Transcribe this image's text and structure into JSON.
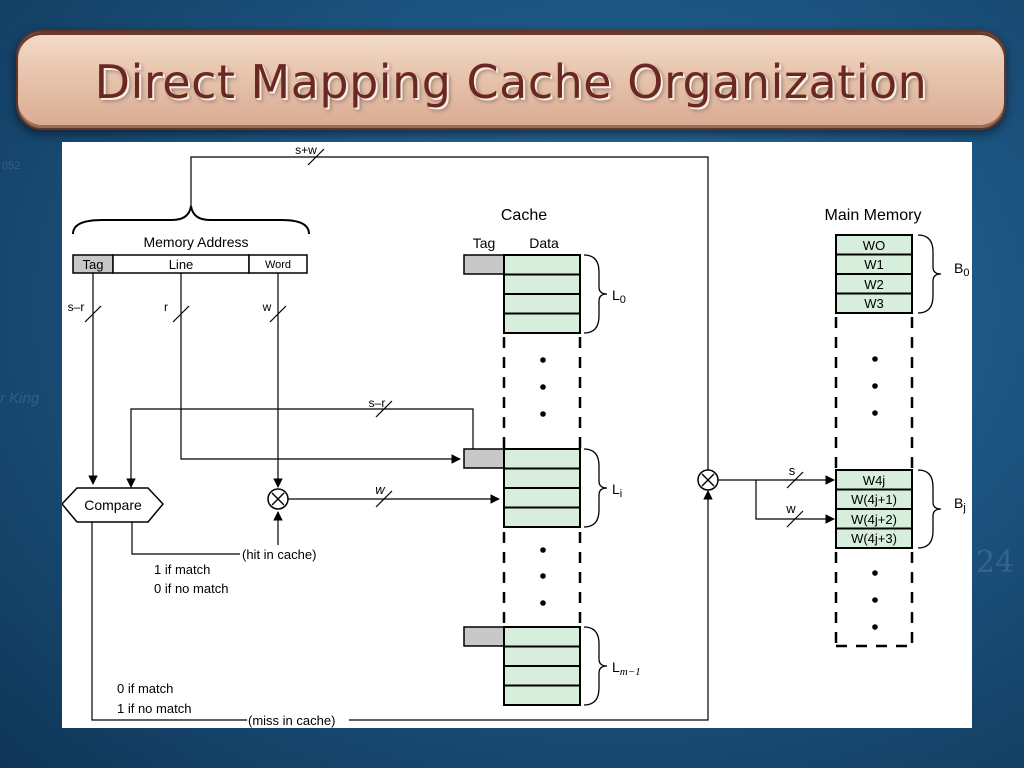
{
  "title": "Direct Mapping Cache Organization",
  "background_text": [
    "052",
    "r King",
    "24"
  ],
  "colors": {
    "cell_fill": "#d6eedb",
    "tag_fill": "#c8c8c8",
    "title_text": "#6b2822"
  },
  "address": {
    "caption": "Memory Address",
    "fields": [
      "Tag",
      "Line",
      "Word"
    ],
    "top_width": "s+w",
    "tag_width": "s–r",
    "line_width": "r",
    "word_width": "w"
  },
  "cache": {
    "title": "Cache",
    "tag_header": "Tag",
    "data_header": "Data",
    "line0": "L",
    "line0_sub": "0",
    "linei": "L",
    "linei_sub": "i",
    "linem": "L",
    "linem_sub": "m−1"
  },
  "memory": {
    "title": "Main Memory",
    "block0": [
      "WO",
      "W1",
      "W2",
      "W3"
    ],
    "blockj": [
      "W4j",
      "W(4j+1)",
      "W(4j+2)",
      "W(4j+3)"
    ],
    "b0": "B",
    "b0_sub": "0",
    "bj": "B",
    "bj_sub": "j",
    "s_label": "s",
    "w_label": "w"
  },
  "compare": {
    "label": "Compare",
    "tag_bus": "s–r",
    "word_bus": "w",
    "hit": "(hit in cache)",
    "hit_match": "1 if match",
    "hit_nomatch": "0 if no match",
    "miss": "(miss in cache)",
    "miss_match": "0 if match",
    "miss_nomatch": "1 if no match"
  }
}
